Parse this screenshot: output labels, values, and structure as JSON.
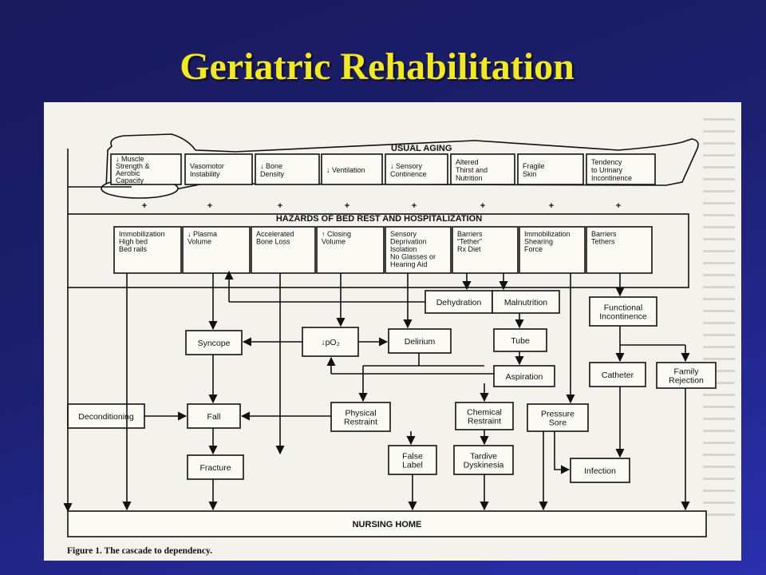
{
  "title": "Geriatric Rehabilitation",
  "caption": "Figure 1. The cascade to dependency.",
  "usual_aging": {
    "label": "USUAL AGING",
    "boxes": [
      [
        "↓ Muscle",
        "Strength &",
        "Aerobic",
        "Capacity"
      ],
      [
        "Vasomotor",
        "Instability"
      ],
      [
        "↓ Bone",
        "Density"
      ],
      [
        "↓ Ventilation"
      ],
      [
        "↓ Sensory",
        "Continence"
      ],
      [
        "Altered",
        "Thirst and",
        "Nutrition"
      ],
      [
        "Fragile",
        "Skin"
      ],
      [
        "Tendency",
        "to Urinary",
        "Incontinence"
      ]
    ]
  },
  "hazards": {
    "label": "HAZARDS OF BED REST AND HOSPITALIZATION",
    "boxes": [
      [
        "Immobilization",
        "High bed",
        "Bed rails"
      ],
      [
        "↓ Plasma",
        "Volume"
      ],
      [
        "Accelerated",
        "Bone Loss"
      ],
      [
        "↑ Closing",
        "Volume"
      ],
      [
        "Sensory",
        "Deprivation",
        "Isolation",
        "No Glasses or",
        "Hearing Aid"
      ],
      [
        "Barriers",
        "“Tether”",
        "Rx Diet"
      ],
      [
        "Immobilization",
        "Shearing",
        "Force"
      ],
      [
        "Barriers",
        "Tethers"
      ]
    ]
  },
  "plus_sign": "+",
  "nodes": {
    "dehydration": [
      "Dehydration"
    ],
    "malnutrition": [
      "Malnutrition"
    ],
    "functional_incontinence": [
      "Functional",
      "Incontinence"
    ],
    "syncope": [
      "Syncope"
    ],
    "po2": [
      "↓pO₂"
    ],
    "delirium": [
      "Delirium"
    ],
    "tube": [
      "Tube"
    ],
    "aspiration": [
      "Aspiration"
    ],
    "catheter": [
      "Catheter"
    ],
    "family_rejection": [
      "Family",
      "Rejection"
    ],
    "deconditioning": [
      "Deconditioning"
    ],
    "fall": [
      "Fall"
    ],
    "physical_restraint": [
      "Physical",
      "Restraint"
    ],
    "chemical_restraint": [
      "Chemical",
      "Restraint"
    ],
    "pressure_sore": [
      "Pressure",
      "Sore"
    ],
    "false_label": [
      "False",
      "Label"
    ],
    "tardive_dyskinesia": [
      "Tardive",
      "Dyskinesia"
    ],
    "fracture": [
      "Fracture"
    ],
    "infection": [
      "Infection"
    ]
  },
  "nursing_home": "NURSING HOME"
}
